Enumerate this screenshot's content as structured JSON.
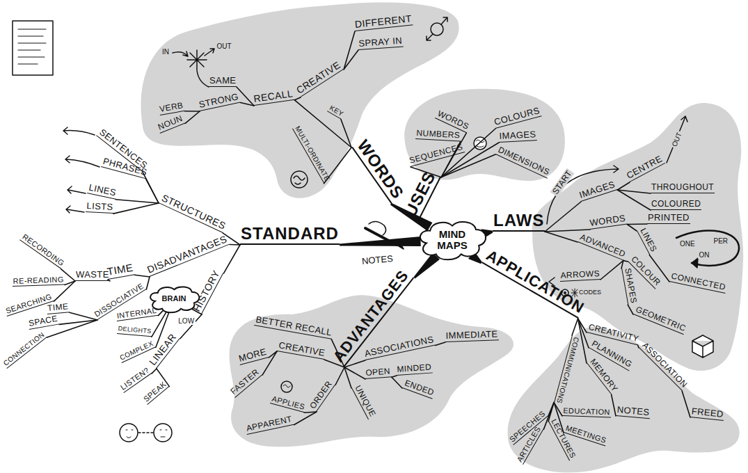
{
  "diagram": {
    "nodes": [
      {
        "text": [
          "MIND MAPS"
        ]
      },
      {
        "text": [
          "WORDS"
        ]
      },
      {
        "text": [
          "RECALL"
        ]
      },
      {
        "text": [
          "SAME"
        ]
      },
      {
        "text": [
          "STRONG"
        ]
      },
      {
        "text": [
          "VERB"
        ]
      },
      {
        "text": [
          "NOUN"
        ]
      },
      {
        "text": [
          "CREATIVE"
        ]
      },
      {
        "text": [
          "DIFFERENT"
        ]
      },
      {
        "text": [
          "SPRAY IN"
        ]
      },
      {
        "text": [
          "KEY"
        ]
      },
      {
        "text": [
          "MULTI-ORDINATE"
        ]
      },
      {
        "text": [
          "USES"
        ]
      },
      {
        "text": [
          "WORDS"
        ]
      },
      {
        "text": [
          "NUMBERS"
        ]
      },
      {
        "text": [
          "SEQUENCES"
        ]
      },
      {
        "text": [
          "COLOURS"
        ]
      },
      {
        "text": [
          "IMAGES"
        ]
      },
      {
        "text": [
          "DIMENSIONS"
        ]
      },
      {
        "text": [
          "LAWS"
        ]
      },
      {
        "text": [
          "IMAGES"
        ]
      },
      {
        "text": [
          "CENTRE"
        ]
      },
      {
        "text": [
          "THROUGHOUT"
        ]
      },
      {
        "text": [
          "COLOURED"
        ]
      },
      {
        "text": [
          "WORDS"
        ]
      },
      {
        "text": [
          "PRINTED"
        ]
      },
      {
        "text": [
          "LINES"
        ]
      },
      {
        "text": [
          "CONNECTED"
        ]
      },
      {
        "text": [
          "ADVANCED"
        ]
      },
      {
        "text": [
          "ARROWS"
        ]
      },
      {
        "text": [
          "COLOUR"
        ]
      },
      {
        "text": [
          "SHAPES"
        ]
      },
      {
        "text": [
          "GEOMETRIC"
        ]
      },
      {
        "text": [
          "APPLICATION"
        ]
      },
      {
        "text": [
          "CREATIVITY"
        ]
      },
      {
        "text": [
          "ASSOCIATION"
        ]
      },
      {
        "text": [
          "FREED"
        ]
      },
      {
        "text": [
          "PLANNING"
        ]
      },
      {
        "text": [
          "MEMORY"
        ]
      },
      {
        "text": [
          "NOTES"
        ]
      },
      {
        "text": [
          "COMMUNICATIONS"
        ]
      },
      {
        "text": [
          "EDUCATION"
        ]
      },
      {
        "text": [
          "MEETINGS"
        ]
      },
      {
        "text": [
          "LECTURES"
        ]
      },
      {
        "text": [
          "ARTICLES"
        ]
      },
      {
        "text": [
          "SPEECHES"
        ]
      },
      {
        "text": [
          "ADVANTAGES"
        ]
      },
      {
        "text": [
          "BETTER RECALL"
        ]
      },
      {
        "text": [
          "CREATIVE"
        ]
      },
      {
        "text": [
          "MORE"
        ]
      },
      {
        "text": [
          "FASTER"
        ]
      },
      {
        "text": [
          "ASSOCIATIONS"
        ]
      },
      {
        "text": [
          "IMMEDIATE"
        ]
      },
      {
        "text": [
          "OPEN"
        ]
      },
      {
        "text": [
          "MINDED"
        ]
      },
      {
        "text": [
          "ENDED"
        ]
      },
      {
        "text": [
          "UNIQUE"
        ]
      },
      {
        "text": [
          "ORDER"
        ]
      },
      {
        "text": [
          "APPARENT"
        ]
      },
      {
        "text": [
          "APPLIES"
        ]
      },
      {
        "text": [
          "STANDARD"
        ]
      },
      {
        "text": [
          "STRUCTURES"
        ]
      },
      {
        "text": [
          "SENTENCES"
        ]
      },
      {
        "text": [
          "PHRASES"
        ]
      },
      {
        "text": [
          "LINES"
        ]
      },
      {
        "text": [
          "LISTS"
        ]
      },
      {
        "text": [
          "DISADVANTAGES"
        ]
      },
      {
        "text": [
          "TIME"
        ]
      },
      {
        "text": [
          "WASTE"
        ]
      },
      {
        "text": [
          "RECORDING"
        ]
      },
      {
        "text": [
          "RE-READING"
        ]
      },
      {
        "text": [
          "SEARCHING"
        ]
      },
      {
        "text": [
          "DISSOCIATIVE"
        ]
      },
      {
        "text": [
          "TIME"
        ]
      },
      {
        "text": [
          "SPACE"
        ]
      },
      {
        "text": [
          "CONNECTION"
        ]
      },
      {
        "text": [
          "HISTORY"
        ]
      },
      {
        "text": [
          "BRAIN"
        ]
      },
      {
        "text": [
          "INTERNAL"
        ]
      },
      {
        "text": [
          "DELIGHTS"
        ]
      },
      {
        "text": [
          "COMPLEX"
        ]
      },
      {
        "text": [
          "LINEAR"
        ]
      },
      {
        "text": [
          "LISTEN?"
        ]
      },
      {
        "text": [
          "SPEAK"
        ]
      }
    ],
    "edges": [
      {
        "from": 0,
        "to": 1,
        "arrow": "none"
      },
      {
        "from": 1,
        "to": 2,
        "arrow": "none"
      },
      {
        "from": 2,
        "to": 3,
        "arrow": "none"
      },
      {
        "from": 2,
        "to": 4,
        "arrow": "none"
      },
      {
        "from": 4,
        "to": 5,
        "arrow": "none"
      },
      {
        "from": 4,
        "to": 6,
        "arrow": "none"
      },
      {
        "from": 2,
        "to": 7,
        "arrow": "none"
      },
      {
        "from": 7,
        "to": 8,
        "arrow": "none"
      },
      {
        "from": 7,
        "to": 9,
        "arrow": "none"
      },
      {
        "from": 1,
        "to": 10,
        "arrow": "none"
      },
      {
        "from": 1,
        "to": 11,
        "arrow": "none"
      },
      {
        "from": 0,
        "to": 12,
        "arrow": "none"
      },
      {
        "from": 12,
        "to": 13,
        "arrow": "none"
      },
      {
        "from": 12,
        "to": 14,
        "arrow": "none"
      },
      {
        "from": 12,
        "to": 15,
        "arrow": "none"
      },
      {
        "from": 12,
        "to": 16,
        "arrow": "none"
      },
      {
        "from": 12,
        "to": 17,
        "arrow": "none"
      },
      {
        "from": 12,
        "to": 18,
        "arrow": "none"
      },
      {
        "from": 0,
        "to": 19,
        "arrow": "none"
      },
      {
        "from": 19,
        "to": 20,
        "arrow": "none"
      },
      {
        "from": 20,
        "to": 21,
        "arrow": "none"
      },
      {
        "from": 20,
        "to": 22,
        "arrow": "none"
      },
      {
        "from": 20,
        "to": 23,
        "arrow": "none"
      },
      {
        "from": 19,
        "to": 24,
        "arrow": "none"
      },
      {
        "from": 24,
        "to": 25,
        "arrow": "none"
      },
      {
        "from": 24,
        "to": 26,
        "arrow": "none"
      },
      {
        "from": 26,
        "to": 27,
        "arrow": "none"
      },
      {
        "from": 19,
        "to": 28,
        "arrow": "none"
      },
      {
        "from": 28,
        "to": 29,
        "arrow": "none"
      },
      {
        "from": 28,
        "to": 30,
        "arrow": "none"
      },
      {
        "from": 28,
        "to": 31,
        "arrow": "none"
      },
      {
        "from": 31,
        "to": 32,
        "arrow": "none"
      },
      {
        "from": 0,
        "to": 33,
        "arrow": "none"
      },
      {
        "from": 33,
        "to": 34,
        "arrow": "none"
      },
      {
        "from": 34,
        "to": 35,
        "arrow": "none"
      },
      {
        "from": 35,
        "to": 36,
        "arrow": "none"
      },
      {
        "from": 33,
        "to": 37,
        "arrow": "none"
      },
      {
        "from": 33,
        "to": 38,
        "arrow": "none"
      },
      {
        "from": 38,
        "to": 39,
        "arrow": "none"
      },
      {
        "from": 33,
        "to": 40,
        "arrow": "none"
      },
      {
        "from": 40,
        "to": 41,
        "arrow": "none"
      },
      {
        "from": 40,
        "to": 42,
        "arrow": "none"
      },
      {
        "from": 40,
        "to": 43,
        "arrow": "none"
      },
      {
        "from": 40,
        "to": 44,
        "arrow": "none"
      },
      {
        "from": 40,
        "to": 45,
        "arrow": "none"
      },
      {
        "from": 0,
        "to": 46,
        "arrow": "none"
      },
      {
        "from": 46,
        "to": 47,
        "arrow": "none"
      },
      {
        "from": 46,
        "to": 48,
        "arrow": "none"
      },
      {
        "from": 48,
        "to": 49,
        "arrow": "none"
      },
      {
        "from": 48,
        "to": 50,
        "arrow": "none"
      },
      {
        "from": 46,
        "to": 51,
        "arrow": "none"
      },
      {
        "from": 51,
        "to": 52,
        "arrow": "none"
      },
      {
        "from": 46,
        "to": 53,
        "arrow": "none"
      },
      {
        "from": 53,
        "to": 54,
        "arrow": "none"
      },
      {
        "from": 53,
        "to": 55,
        "arrow": "none"
      },
      {
        "from": 46,
        "to": 56,
        "arrow": "none"
      },
      {
        "from": 46,
        "to": 57,
        "arrow": "none"
      },
      {
        "from": 57,
        "to": 58,
        "arrow": "none"
      },
      {
        "from": 57,
        "to": 59,
        "arrow": "none"
      },
      {
        "from": 0,
        "to": 60,
        "arrow": "none"
      },
      {
        "from": 60,
        "to": 61,
        "arrow": "none"
      },
      {
        "from": 61,
        "to": 62,
        "arrow": "none"
      },
      {
        "from": 61,
        "to": 63,
        "arrow": "none"
      },
      {
        "from": 61,
        "to": 64,
        "arrow": "none"
      },
      {
        "from": 61,
        "to": 65,
        "arrow": "none"
      },
      {
        "from": 60,
        "to": 66,
        "arrow": "none"
      },
      {
        "from": 66,
        "to": 67,
        "arrow": "none"
      },
      {
        "from": 67,
        "to": 68,
        "arrow": "none"
      },
      {
        "from": 68,
        "to": 69,
        "arrow": "none"
      },
      {
        "from": 68,
        "to": 70,
        "arrow": "none"
      },
      {
        "from": 68,
        "to": 71,
        "arrow": "none"
      },
      {
        "from": 66,
        "to": 72,
        "arrow": "none"
      },
      {
        "from": 72,
        "to": 73,
        "arrow": "none"
      },
      {
        "from": 72,
        "to": 74,
        "arrow": "none"
      },
      {
        "from": 72,
        "to": 75,
        "arrow": "none"
      },
      {
        "from": 60,
        "to": 76,
        "arrow": "none"
      },
      {
        "from": 76,
        "to": 77,
        "label": "LOW",
        "arrow": "none"
      },
      {
        "from": 77,
        "to": 78,
        "arrow": "none"
      },
      {
        "from": 77,
        "to": 79,
        "arrow": "none"
      },
      {
        "from": 77,
        "to": 80,
        "arrow": "none"
      },
      {
        "from": 76,
        "to": 81,
        "arrow": "none"
      },
      {
        "from": 81,
        "to": 82,
        "arrow": "none"
      },
      {
        "from": 81,
        "to": 83,
        "arrow": "none"
      }
    ],
    "labels": [
      "IN",
      "OUT",
      "NOTES",
      "START",
      "OUT",
      "ONE",
      "PER",
      "ON",
      "CODES"
    ]
  }
}
